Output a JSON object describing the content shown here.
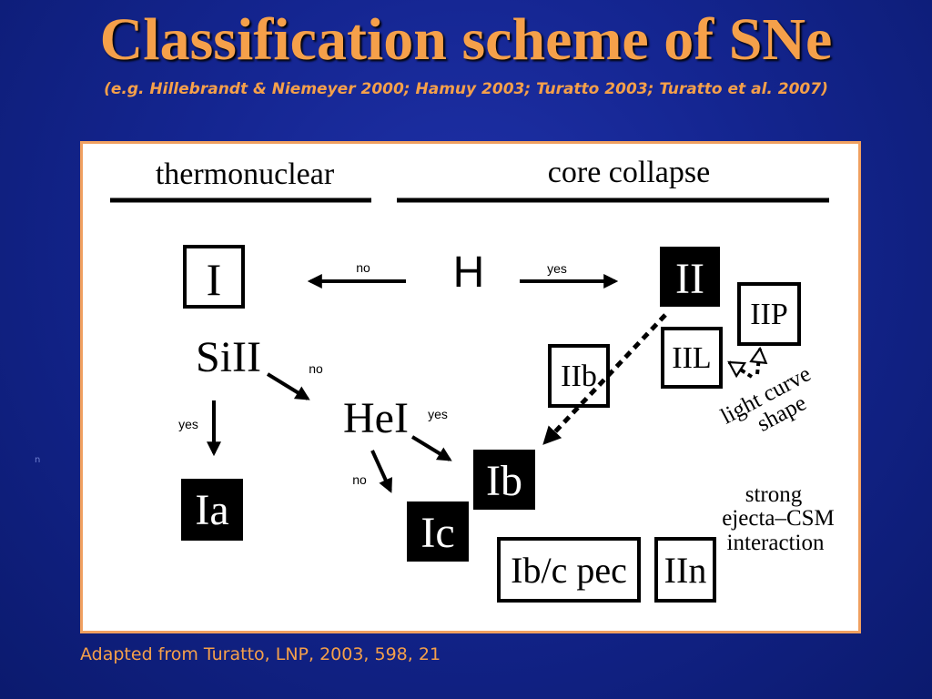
{
  "slide": {
    "title": "Classification scheme of SNe",
    "subtitle": "(e.g. Hillebrandt & Niemeyer 2000; Hamuy 2003; Turatto 2003; Turatto et al. 2007)",
    "caption": "Adapted from Turatto, LNP, 2003, 598, 21",
    "stray_mark": "n",
    "colors": {
      "background": "#142590",
      "accent": "#f5a04a",
      "panel": "#ffffff",
      "panel_border": "#f0a060"
    }
  },
  "diagram": {
    "header_left": "thermonuclear",
    "header_right": "core collapse",
    "nodes": {
      "type_i": "I",
      "hydrogen": "H",
      "type_ii": "II",
      "silicon": "SiII",
      "helium": "HeI",
      "type_ia": "Ia",
      "type_ib": "Ib",
      "type_ic": "Ic",
      "type_iib": "IIb",
      "type_iil": "IIL",
      "type_iip": "IIP",
      "type_ibc_pec": "Ib/c pec",
      "type_iin": "IIn"
    },
    "edge_labels": {
      "h_no": "no",
      "h_yes": "yes",
      "si_no": "no",
      "si_yes": "yes",
      "he_yes": "yes",
      "he_no": "no"
    },
    "annotations": {
      "light_curve_1": "light curve",
      "light_curve_2": "shape",
      "csm_1": "strong",
      "csm_2": "ejecta–CSM",
      "csm_3": "interaction"
    }
  }
}
